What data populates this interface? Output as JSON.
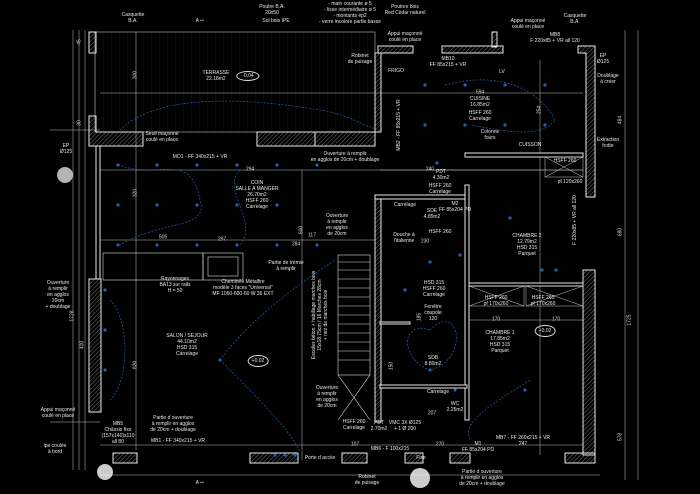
{
  "colors": {
    "background": "#000000",
    "walls": "#e8e8e8",
    "hatch": "#8a8a8a",
    "electrical": "#2a5db0",
    "text": "#e6e6e6"
  },
  "labels": {
    "casquette_left": "Casquette\nB.A.",
    "poutre": "Poutre B.A.\n20x50",
    "sol_bois": "Sol bois IPE",
    "section_a_top": "A ⇨",
    "garde_corps": "- main courante ø 5\n- lisse intermédiaire ø 5\n- montants ép2\n- verre incolore partie basse",
    "poutres_bois": "Poutres bois\nRed Cèdar naturel",
    "terrasse": "TERRASSE\n22.18m2",
    "terrasse_level": "-0.04",
    "robinet_top": "Robinet\nde puisage",
    "appui_1": "Appui maçonné\ncoulé en place",
    "appui_2": "Appui maçonné\ncoulé en place",
    "casquette_right": "Casquette\nB.A.",
    "mb8": "MB8\nF 220x85 + VR all 120",
    "mb10": "MB10\nFF 85x215 + VR",
    "frigo": "FRIGO",
    "lv": "LV",
    "cuisine": "CUISINE\n16.85m2",
    "cuisine_spec": "HSFF 260\nCarrelage",
    "colonne_fours": "Colonne\nfours",
    "cuisson": "CUISSON",
    "mb2": "MB2 - FF 85x215 + VR",
    "extraction": "Extraction\nhotte",
    "doublage": "Doublage\nà créer",
    "ep_right": "EP\nØ125",
    "ep_left": "EP\nØ125",
    "seuil": "Seuil maçonné\ncoulé en place",
    "mo1": "MO1 - FF 340x215 + VR",
    "ouverture_top": "Ouverture à remplir\nen agglos de 20cm + doublage",
    "salle_manger": "COIN\nSALLE A MANGER\n26.70m2\nHSFF 260\nCarrelage",
    "ouverture_mid": "Ouverture\nà remplir\nen agglos\nde 20cm",
    "pdt_top": "PDT\n4.30m2",
    "pdt_top_spec": "HSFF 260\nCarrelage",
    "m2_door": "M2\nFF 85x204 PD",
    "sde": "SDE\n4.85m2",
    "sde_carrelage": "Carrelage",
    "sde_spec": "HSFF 260",
    "douche": "Douche à\nl'italienne",
    "hsff_kitchen_store": "HSFF 260",
    "pf_120": "pf 120x260",
    "chambre2": "CHAMBRE 2\n12.79m2\nHSD 315\nParquet",
    "mb7_right": "F 220x85 + VR all 120",
    "rayonnages": "Rayonnages\nBA13 sur rails\nH = 50",
    "cheminee": "Cheminée Métalfire\nmodèle 3 faces \"Universal\"\nMF 1050-600-60 W 36 EXT",
    "tremie": "Partie de trémie\nà remplir",
    "escalier": "Escalier béton + habillage marches bois\n15x18.75cm / 16 Marches 28cm\n+ nez de marches bois",
    "salon": "SALON / SEJOUR\n44.10m2\nHSD 315\nCarrelage",
    "salon_level": "+0.02",
    "ouverture_low": "Ouverture\nà remplir\nen agglos\nde 20cm",
    "mb5": "MB5\nChâssis fixe\n(157x140)x110\nall 80",
    "partie_ouverture_left": "Partie d ouverture\nà remplir en agglos\nde 20cm + doublage",
    "mb1": "MB1 - FF 340x215 + VR",
    "porte_acces": "Porte d accès",
    "robinet_bottom": "Robinet\nde puisage",
    "fixe": "Fixe",
    "partie_ouverture_right": "Partie d ouverture\nà remplir en agglos\nde 20cm + doublage",
    "mb6": "MB6 - F 100x215",
    "hsff_entry": "HSFF 260\nCarrelage",
    "pdt_bottom": "PDT\n2.70m2",
    "vmc": "VMC 3X Ø125\n+ 1 Ø 200",
    "wc": "WC\n2.25m2",
    "wc_carrelage": "Carrelage",
    "sdb": "SDB\n8.80m2",
    "fenetre_coupole": "Fenêtre\ncoupole\n120",
    "sdb_spec": "HSD 315\nHSFF 260\nCarrelage",
    "chambre1": "CHAMBRE 1\n17.85m2\nHSD 315\nParquet",
    "chambre1_level": "+0.02",
    "placard_1": "HSFF 260\npf 170x260",
    "placard_2": "HSFF 260\npf 170x260",
    "mb7_bottom": "MB7 - FF 260x215 + VR\n247",
    "m1_door": "M1\nFF 85x204 PD",
    "ouverture_left": "Ouverture\nà remplir\nen agglos\n20cm\n+ doublage",
    "appui_left": "Appui maçonné\ncoulé en place",
    "coulee": "ipe coulée\nà bord",
    "section_a_bottom": "A ⇨"
  },
  "dimensions": [
    "300",
    "320",
    "400",
    "1728",
    "505",
    "294",
    "297",
    "284",
    "600",
    "230",
    "240",
    "594",
    "484",
    "680",
    "1725",
    "578",
    "820",
    "170",
    "170",
    "254",
    "107",
    "270",
    "117",
    "207",
    "150",
    "185",
    "30",
    "45"
  ]
}
